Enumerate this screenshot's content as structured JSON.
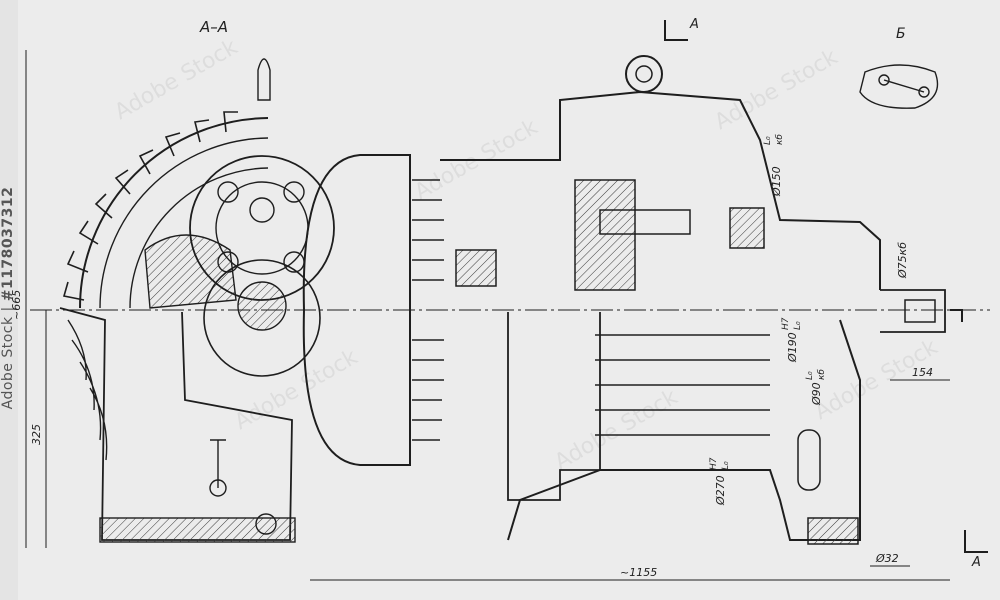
{
  "drawing": {
    "section_label": "А–А",
    "view_label": "Б",
    "cut_label_top": "А",
    "cut_label_bottom": "А",
    "colors": {
      "paper": "#ececec",
      "line": "#1e1e1e",
      "hatch": "#3a3a3a"
    }
  },
  "dimensions": {
    "overall_height": "~665",
    "shaft_height": "325",
    "overall_length": "~1155",
    "shaft_end": "154",
    "bolt_dia": "Ø32",
    "cover_fit": "Ø150",
    "cover_fit_tol_top": "L₀",
    "cover_fit_tol_bottom": "кб",
    "shaft_fit": "Ø75кб",
    "bearing_fit": "Ø190",
    "bearing_fit_tol_top": "H7",
    "bearing_fit_tol_bottom": "L₀",
    "shaft_fit2": "Ø90",
    "shaft_fit2_tol_top": "L₀",
    "shaft_fit2_tol_bottom": "кб",
    "housing_fit": "Ø270",
    "housing_fit_tol_top": "H7",
    "housing_fit_tol_bottom": "L₀"
  },
  "watermark": {
    "brand": "Adobe Stock",
    "id": "#1178037312"
  }
}
